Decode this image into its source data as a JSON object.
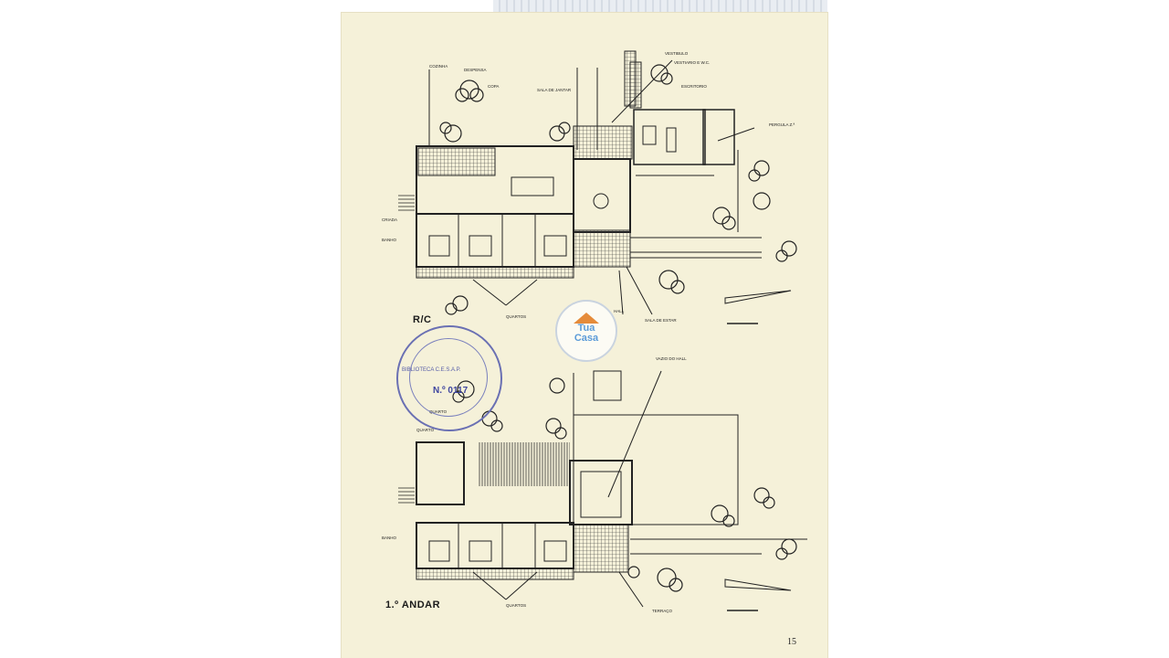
{
  "document": {
    "page_number": "15",
    "plans": [
      {
        "title": "R/C",
        "labels": {
          "cozinha": "COZINHA",
          "despensa": "DESPENSA",
          "copa": "COPA",
          "sala": "SALA DE JANTAR",
          "vestibulo": "VESTIBULO",
          "vestiario": "VESTIARIO E W.C.",
          "escritorio": "ESCRITORIO",
          "pergula": "PERGULA Z.ª",
          "criada": "CRIADA",
          "banho": "BANHO",
          "quartos": "QUARTOS",
          "hall": "HALL",
          "sala_estar": "SALA DE ESTAR"
        }
      },
      {
        "title": "1.º ANDAR",
        "labels": {
          "vazio_hall": "VAZIO DO HALL",
          "quarto": "QUARTO",
          "quarto2": "QUARTO",
          "banho": "BANHO",
          "quartos": "QUARTOS",
          "terraco": "TERRAÇO"
        }
      }
    ],
    "watermark": {
      "line1": "Tua",
      "line2": "Casa"
    },
    "stamp": {
      "ring_text": "BIBLIOTECA C.E.S.A.P.",
      "number": "N.º 0117"
    },
    "colors": {
      "paper": "#f5f1d9",
      "ink": "#222222",
      "stamp": "#555ca8",
      "logo": "#5b9bd8"
    }
  }
}
